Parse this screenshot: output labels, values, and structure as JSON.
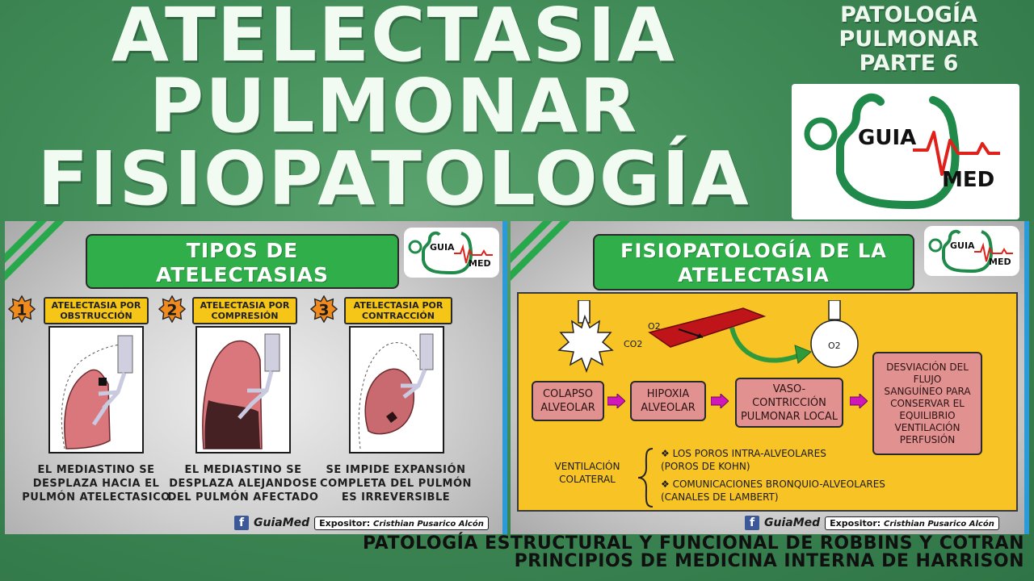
{
  "title": {
    "line1": "ATELECTASIA",
    "line2": "PULMONAR",
    "line3": "FISIOPATOLOGÍA"
  },
  "series": {
    "line1": "PATOLOGÍA",
    "line2": "PULMONAR",
    "line3": "PARTE 6"
  },
  "logo": {
    "word1": "GUIA",
    "word2": "MED",
    "primary_color": "#1f8a4a",
    "ecg_color": "#e0201a"
  },
  "left_panel": {
    "title_line1": "TIPOS DE",
    "title_line2": "ATELECTASIAS",
    "types": [
      {
        "number": "1",
        "label_line1": "ATELECTASIA POR",
        "label_line2": "OBSTRUCCIÓN",
        "desc_line1": "EL MEDIASTINO SE",
        "desc_line2": "DESPLAZA HACIA EL",
        "desc_line3": "PULMÓN ATELECTASICO"
      },
      {
        "number": "2",
        "label_line1": "ATELECTASIA POR",
        "label_line2": "COMPRESIÓN",
        "desc_line1": "EL MEDIASTINO SE",
        "desc_line2": "DESPLAZA ALEJANDOSE",
        "desc_line3": "DEL PULMÓN AFECTADO"
      },
      {
        "number": "3",
        "label_line1": "ATELECTASIA POR",
        "label_line2": "CONTRACCIÓN",
        "desc_line1": "SE IMPIDE EXPANSIÓN",
        "desc_line2": "COMPLETA DEL PULMÓN",
        "desc_line3": "ES IRREVERSIBLE"
      }
    ],
    "footer_brand": "GuiaMed",
    "expositor_label": "Expositor:",
    "expositor_name": "Cristhian Pusarico Alcón"
  },
  "right_panel": {
    "title_line1": "FISIOPATOLOGÍA DE LA",
    "title_line2": "ATELECTASIA",
    "gas_o2_top": "O2",
    "gas_co2": "CO2",
    "gas_o2_alveolus": "O2",
    "boxes": {
      "colapso": [
        "COLAPSO",
        "ALVEOLAR"
      ],
      "hipoxia": [
        "HIPOXIA",
        "ALVEOLAR"
      ],
      "vaso": [
        "VASO-",
        "CONTRICCIÓN",
        "PULMONAR LOCAL"
      ],
      "desviacion": [
        "DESVIACIÓN DEL",
        "FLUJO",
        "SANGUÍNEO PARA",
        "CONSERVAR EL",
        "EQUILIBRIO",
        "VENTILACIÓN",
        "PERFUSIÓN"
      ]
    },
    "colateral_line1": "VENTILACIÓN",
    "colateral_line2": "COLATERAL",
    "poros_line1": "❖ LOS POROS INTRA-ALVEOLARES",
    "poros_line2": "(POROS DE KOHN)",
    "comun_line1": "❖ COMUNICACIONES BRONQUIO-ALVEOLARES",
    "comun_line2": "(CANALES DE LAMBERT)",
    "footer_brand": "GuiaMed",
    "expositor_label": "Expositor:",
    "expositor_name": "Cristhian Pusarico Alcón"
  },
  "references": {
    "line1": "PATOLOGÍA ESTRUCTURAL Y FUNCIONAL DE ROBBINS Y COTRAN",
    "line2": "PRINCIPIOS DE MEDICINA INTERNA DE HARRISON"
  }
}
